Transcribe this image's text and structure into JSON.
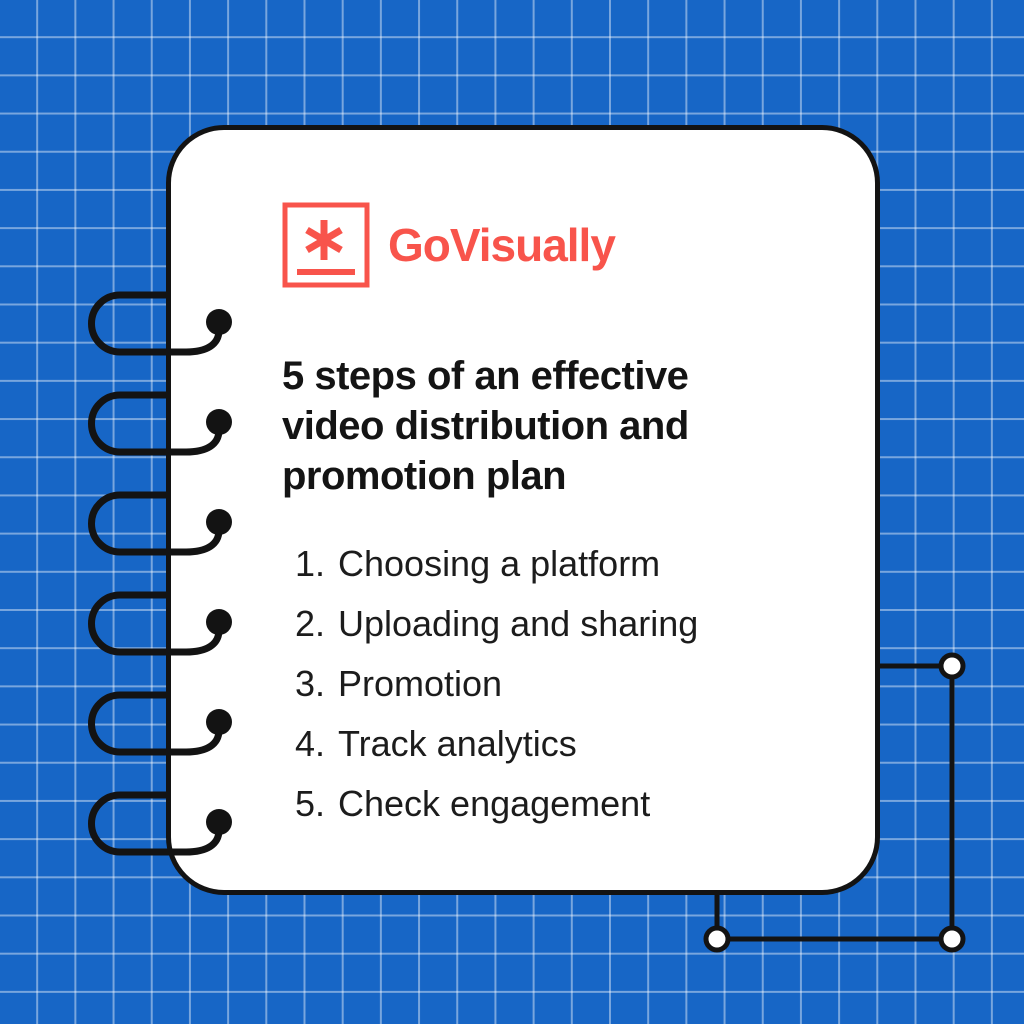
{
  "brand": {
    "name": "GoVisually",
    "logo_icon": "asterisk-in-square",
    "accent_color": "#F8544B"
  },
  "notebook": {
    "heading_lines": [
      "5 steps of an effective",
      "video distribution and",
      "promotion plan"
    ],
    "heading_full": "5 steps of an effective video distribution and promotion plan",
    "steps": [
      {
        "num": "1.",
        "label": "Choosing a platform"
      },
      {
        "num": "2.",
        "label": "Uploading and sharing"
      },
      {
        "num": "3.",
        "label": "Promotion"
      },
      {
        "num": "4.",
        "label": "Track analytics"
      },
      {
        "num": "5.",
        "label": "Check engagement"
      }
    ]
  },
  "colors": {
    "background_blue": "#1766C6",
    "grid_line": "rgba(255,255,255,0.42)",
    "card_background": "#FFFFFF",
    "ink_black": "#141414",
    "accent_red": "#F8544B"
  },
  "decor": {
    "spiral_ring_count": 6,
    "connector_node_count": 3
  }
}
